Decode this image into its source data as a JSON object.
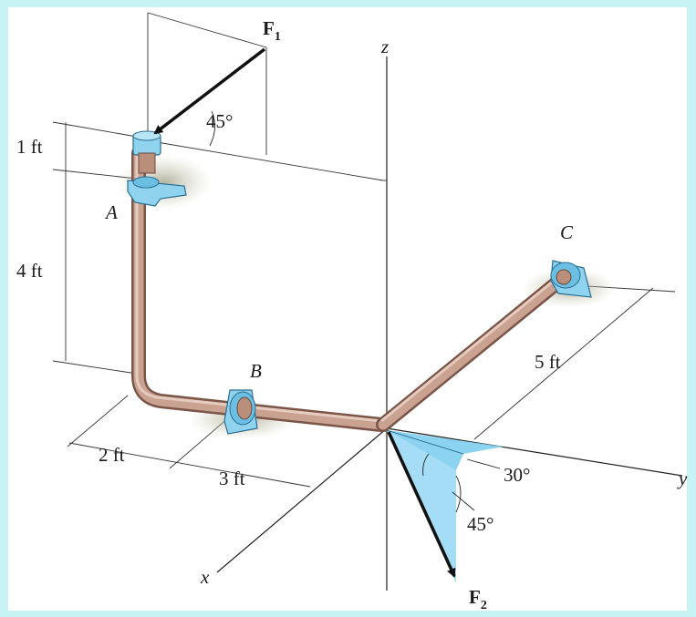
{
  "labels": {
    "f1": "F",
    "f1_sub": "1",
    "f2": "F",
    "f2_sub": "2",
    "point_a": "A",
    "point_b": "B",
    "point_c": "C",
    "axis_x": "x",
    "axis_y": "y",
    "axis_z": "z",
    "dim_1ft": "1 ft",
    "dim_4ft": "4 ft",
    "dim_2ft": "2 ft",
    "dim_3ft": "3 ft",
    "dim_5ft": "5 ft",
    "angle_f1": "45°",
    "angle_f2_a": "30°",
    "angle_f2_b": "45°"
  },
  "colors": {
    "background": "#c8f3f5",
    "pipe": "#b98f7c",
    "pipe_dark": "#7a5548",
    "support": "#8fd3ee",
    "force_plane": "#7fcdf0",
    "shadow": "#b4b4a0"
  }
}
